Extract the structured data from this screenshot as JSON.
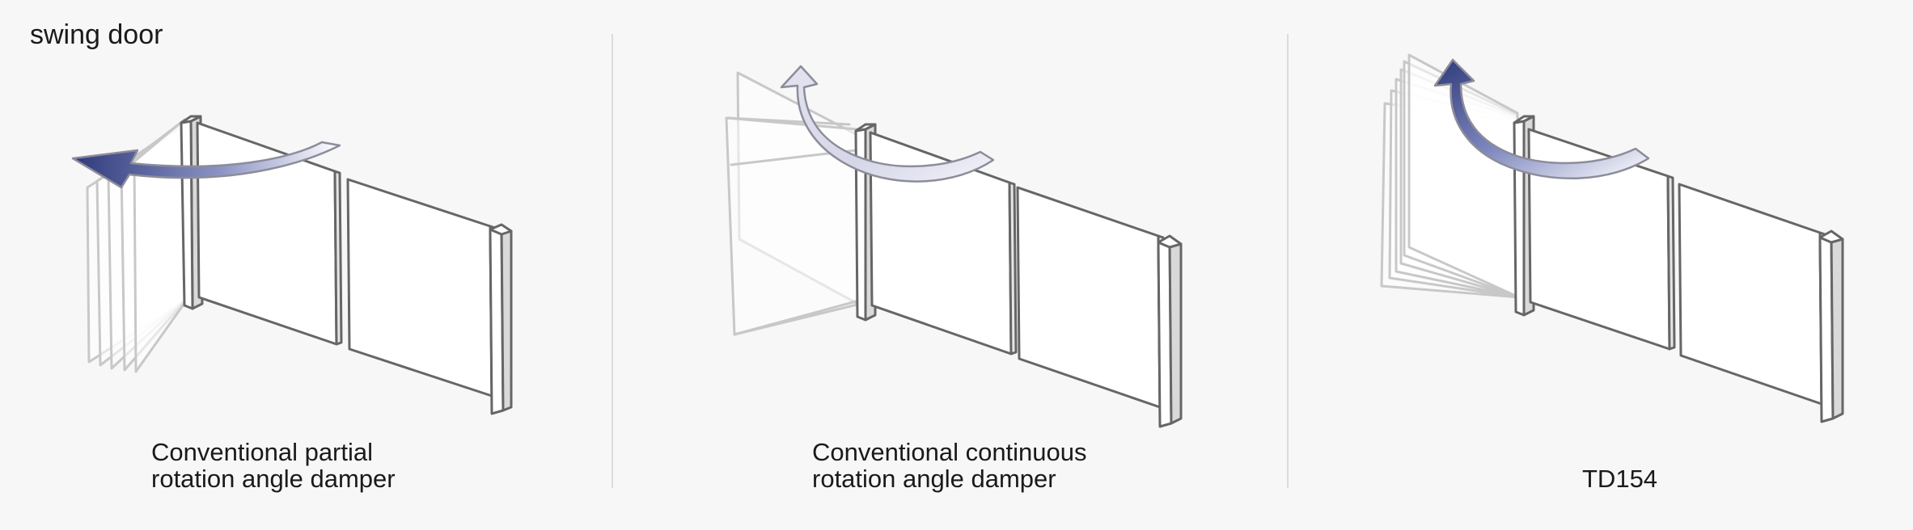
{
  "title": "swing door",
  "panels": [
    {
      "caption_line1": "Conventional partial",
      "caption_line2": "rotation angle damper"
    },
    {
      "caption_line1": "Conventional continuous",
      "caption_line2": "rotation angle damper"
    },
    {
      "caption_line1": "",
      "caption_line2": "TD154"
    }
  ],
  "colors": {
    "arrow_dark": "#2e3a7a",
    "arrow_light": "#ffffff",
    "outline": "#666666",
    "ghost": "#c8c8c8",
    "background": "#f7f7f7"
  }
}
